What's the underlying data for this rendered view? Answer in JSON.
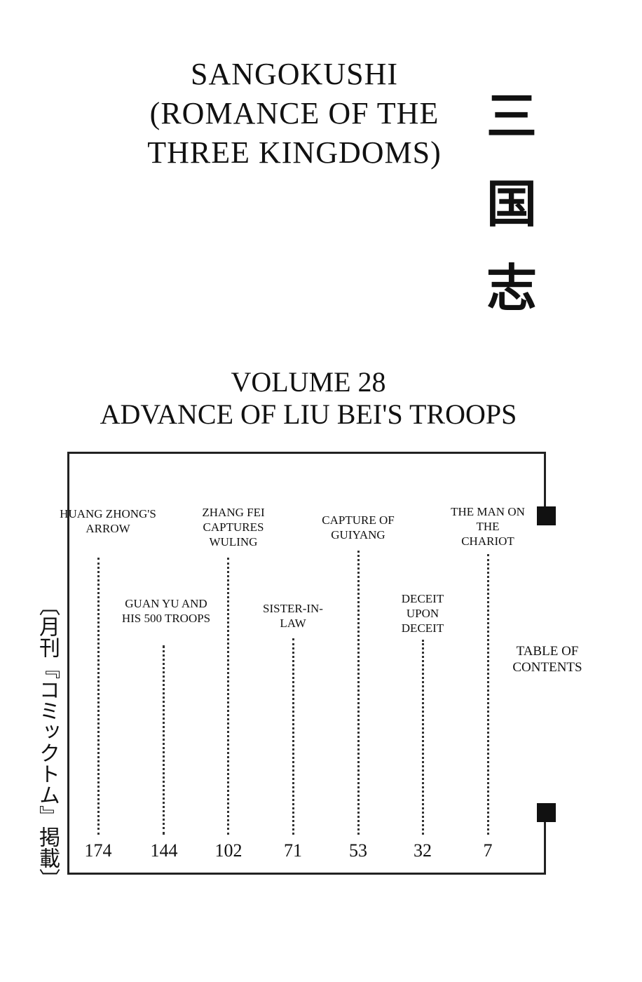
{
  "title": {
    "line1": "Sangokushi",
    "line2": "(Romance of the",
    "line3": "Three Kingdoms)"
  },
  "kanji_title": [
    "三",
    "国",
    "志"
  ],
  "volume": {
    "number": "Volume 28",
    "subtitle": "Advance of Liu Bei's Troops"
  },
  "toc": {
    "heading": "Table of Contents",
    "chapters": [
      {
        "title": "Huang Zhong's Arrow",
        "page": "174"
      },
      {
        "title": "Guan Yu and his 500 Troops",
        "page": "144"
      },
      {
        "title": "Zhang Fei Captures Wuling",
        "page": "102"
      },
      {
        "title": "Sister-in-law",
        "page": "71"
      },
      {
        "title": "Capture of Guiyang",
        "page": "53"
      },
      {
        "title": "Deceit upon Deceit",
        "page": "32"
      },
      {
        "title": "The Man on the Chariot",
        "page": "7"
      }
    ]
  },
  "publication_note": "〔月刊『コミックトム』掲載〕"
}
